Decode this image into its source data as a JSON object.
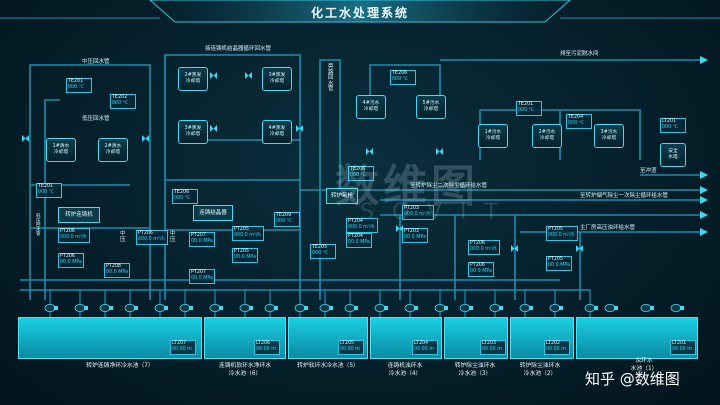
{
  "title": "化工水处理系统",
  "colors": {
    "pipe": "#1f8fb0",
    "pipe_glow": "#3fd7f2",
    "water": "#1bd0e4",
    "text": "#d8f6ff",
    "value": "#34d6f4"
  },
  "pipe_labels": {
    "medium_return": "中压回水管",
    "low_return": "低压回水管",
    "cast_machine_return": "接连铸机结晶器循环回水管",
    "bypass_return": "旁路回水管",
    "sewage_pipe": "排至污泥脱水间",
    "converter_return_1": "至转炉除尘二次除尘循环给水管",
    "converter_return_2": "至转炉烟气除尘一次除尘循环给水管",
    "main_plant_supply": "主厂房高压浊环给水管",
    "denitration": "至冲渣",
    "mid_left": "中压",
    "mid_right": "中压",
    "low_left": "低压回水管"
  },
  "tanks": [
    {
      "id": "t1",
      "label": "1#清水\n冷却塔"
    },
    {
      "id": "t2",
      "label": "2#清水\n冷却塔"
    },
    {
      "id": "t3",
      "label": "2#蒸发\n冷却塔"
    },
    {
      "id": "t4",
      "label": "3#蒸发\n冷却塔"
    },
    {
      "id": "t5",
      "label": "3#蒸发\n冷却塔"
    },
    {
      "id": "t6",
      "label": "4#蒸发\n冷却塔"
    },
    {
      "id": "t7",
      "label": "4#污水\n冷却塔"
    },
    {
      "id": "t8",
      "label": "5#污水\n冷却塔"
    },
    {
      "id": "t9",
      "label": "1#污水\n冷却塔"
    },
    {
      "id": "t10",
      "label": "2#污水\n冷却塔"
    },
    {
      "id": "t11",
      "label": "3#污水\n冷却塔"
    },
    {
      "id": "t12",
      "label": "安全\n水塔"
    }
  ],
  "equipment": [
    {
      "id": "e1",
      "label": "转炉连铸机"
    },
    {
      "id": "e2",
      "label": "连铸结晶器"
    },
    {
      "id": "e3",
      "label": "转炉氧枪"
    }
  ],
  "sensors": [
    {
      "id": "s1",
      "tag": "TE201",
      "value": "000 ℃"
    },
    {
      "id": "s2",
      "tag": "TE202",
      "value": "000 ℃"
    },
    {
      "id": "s3",
      "tag": "TE201",
      "value": "000 ℃"
    },
    {
      "id": "s4",
      "tag": "PT206",
      "value": "000.0 m³/h"
    },
    {
      "id": "s5",
      "tag": "PT206",
      "value": "00.0 MPa"
    },
    {
      "id": "s6",
      "tag": "PT208",
      "value": "00.0 MPa"
    },
    {
      "id": "s7",
      "tag": "PT206",
      "value": "000.0 m³/h"
    },
    {
      "id": "s8",
      "tag": "PT207",
      "value": "00.0 MPa"
    },
    {
      "id": "s9",
      "tag": "PT207",
      "value": "00.0 MPa"
    },
    {
      "id": "s10",
      "tag": "TE206",
      "value": "000 ℃"
    },
    {
      "id": "s11",
      "tag": "PT205",
      "value": "000.0 m³/h"
    },
    {
      "id": "s12",
      "tag": "PT205",
      "value": "00.0 MPa"
    },
    {
      "id": "s13",
      "tag": "TE209",
      "value": "000 ℃"
    },
    {
      "id": "s14",
      "tag": "TE206",
      "value": "000 ℃"
    },
    {
      "id": "s15",
      "tag": "TE205",
      "value": "000 ℃"
    },
    {
      "id": "s16",
      "tag": "PT204",
      "value": "000.0 m³/h"
    },
    {
      "id": "s17",
      "tag": "PT204",
      "value": "00.0 MPa"
    },
    {
      "id": "s18",
      "tag": "PT203",
      "value": "000.0 m³/h"
    },
    {
      "id": "s19",
      "tag": "PT203",
      "value": "00.0 MPa"
    },
    {
      "id": "s20",
      "tag": "PT206",
      "value": "000.0 m³/h"
    },
    {
      "id": "s21",
      "tag": "PT206",
      "value": "00.0 MPa"
    },
    {
      "id": "s22",
      "tag": "PT205",
      "value": "000.0 m³/h"
    },
    {
      "id": "s23",
      "tag": "PT205",
      "value": "00.0 MPa"
    },
    {
      "id": "s24",
      "tag": "TE206",
      "value": "000 ℃"
    },
    {
      "id": "s25",
      "tag": "TE204",
      "value": "000 ℃"
    },
    {
      "id": "s26",
      "tag": "LT201",
      "value": "000 ℃"
    },
    {
      "id": "s27",
      "tag": "TE201",
      "value": "000 ℃"
    }
  ],
  "levels": [
    {
      "id": "l1",
      "tag": "LT207",
      "value": "00.00 m"
    },
    {
      "id": "l2",
      "tag": "LT206",
      "value": "00.00 m"
    },
    {
      "id": "l3",
      "tag": "LT205",
      "value": "00.00 m"
    },
    {
      "id": "l4",
      "tag": "LT204",
      "value": "00.00 m"
    },
    {
      "id": "l5",
      "tag": "LT203",
      "value": "00.00 m"
    },
    {
      "id": "l6",
      "tag": "LT202",
      "value": "00.00 m"
    },
    {
      "id": "l7",
      "tag": "LT201",
      "value": "00.00 m"
    }
  ],
  "basins": [
    {
      "id": "b1",
      "name": "转炉连铸净环冷水池（7）"
    },
    {
      "id": "b2",
      "name": "连铸机软环水净环水\n冷水池（6）"
    },
    {
      "id": "b3",
      "name": "转炉软环水冷水池（5）"
    },
    {
      "id": "b4",
      "name": "连铸机浊环水\n冷水池（4）"
    },
    {
      "id": "b5",
      "name": "转炉除尘浊环水\n冷水池（3）"
    },
    {
      "id": "b6",
      "name": "转炉除尘浊环水\n冷水池（2）"
    },
    {
      "id": "b7",
      "name": "浊环水\n水池（1）"
    }
  ],
  "watermark": {
    "main": "数维图",
    "sub": "SOVIT"
  },
  "credit": "知乎 @数维图"
}
